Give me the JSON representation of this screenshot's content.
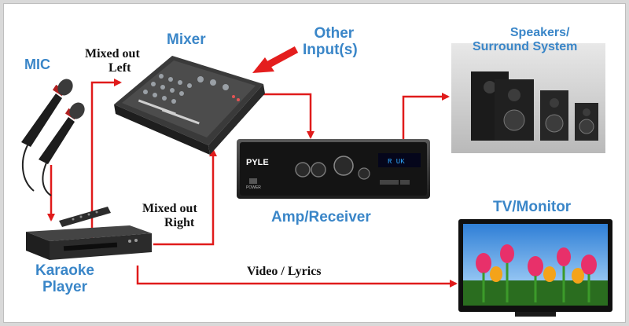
{
  "labels": {
    "mic": "MIC",
    "mixer": "Mixer",
    "other_input_line1": "Other",
    "other_input_line2": "Input(s)",
    "speakers_line1": "Speakers/",
    "speakers_line2": "Surround  System",
    "amp": "Amp/Receiver",
    "tv": "TV/Monitor",
    "karaoke_line1": "Karaoke",
    "karaoke_line2": "Player",
    "mixed_left_line1": "Mixed out",
    "mixed_left_line2": "Left",
    "mixed_right_line1": "Mixed out",
    "mixed_right_line2": "Right",
    "video": "Video / Lyrics"
  },
  "amp_panel": {
    "brand": "PYLE",
    "display": "R UK",
    "power": "POWER"
  },
  "colors": {
    "arrow": "#e01b1b",
    "label_blue": "#3a86c8",
    "other_arrow": "#e41e1e"
  }
}
